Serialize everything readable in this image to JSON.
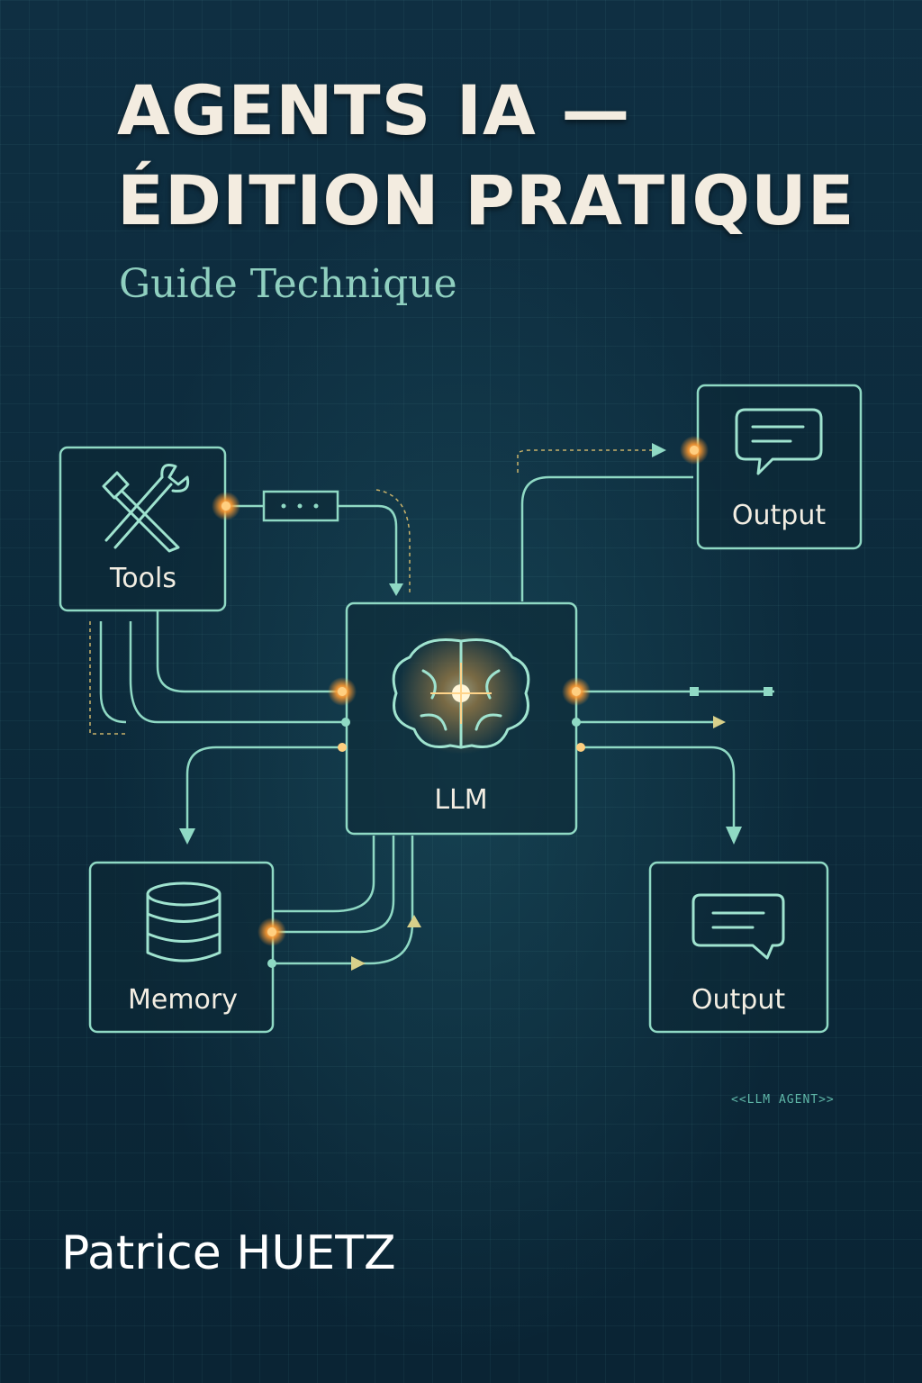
{
  "cover": {
    "title_line1": "AGENTS IA —",
    "title_line2": "ÉDITION PRATIQUE",
    "subtitle": "Guide Technique",
    "author": "Patrice HUETZ",
    "tag": "<<LLM AGENT>>"
  },
  "diagram": {
    "nodes": {
      "tools": {
        "label": "Tools",
        "icon": "tools-icon"
      },
      "llm": {
        "label": "LLM",
        "icon": "brain-icon"
      },
      "memory": {
        "label": "Memory",
        "icon": "database-icon"
      },
      "output_top": {
        "label": "Output",
        "icon": "chat-bubble-icon"
      },
      "output_bottom": {
        "label": "Output",
        "icon": "chat-bubble-icon"
      }
    }
  },
  "colors": {
    "background": "#0d2b3c",
    "line": "#8fd9c4",
    "glow": "#ffb14a",
    "title": "#f3ece0",
    "subtitle": "#8fcfbf"
  }
}
